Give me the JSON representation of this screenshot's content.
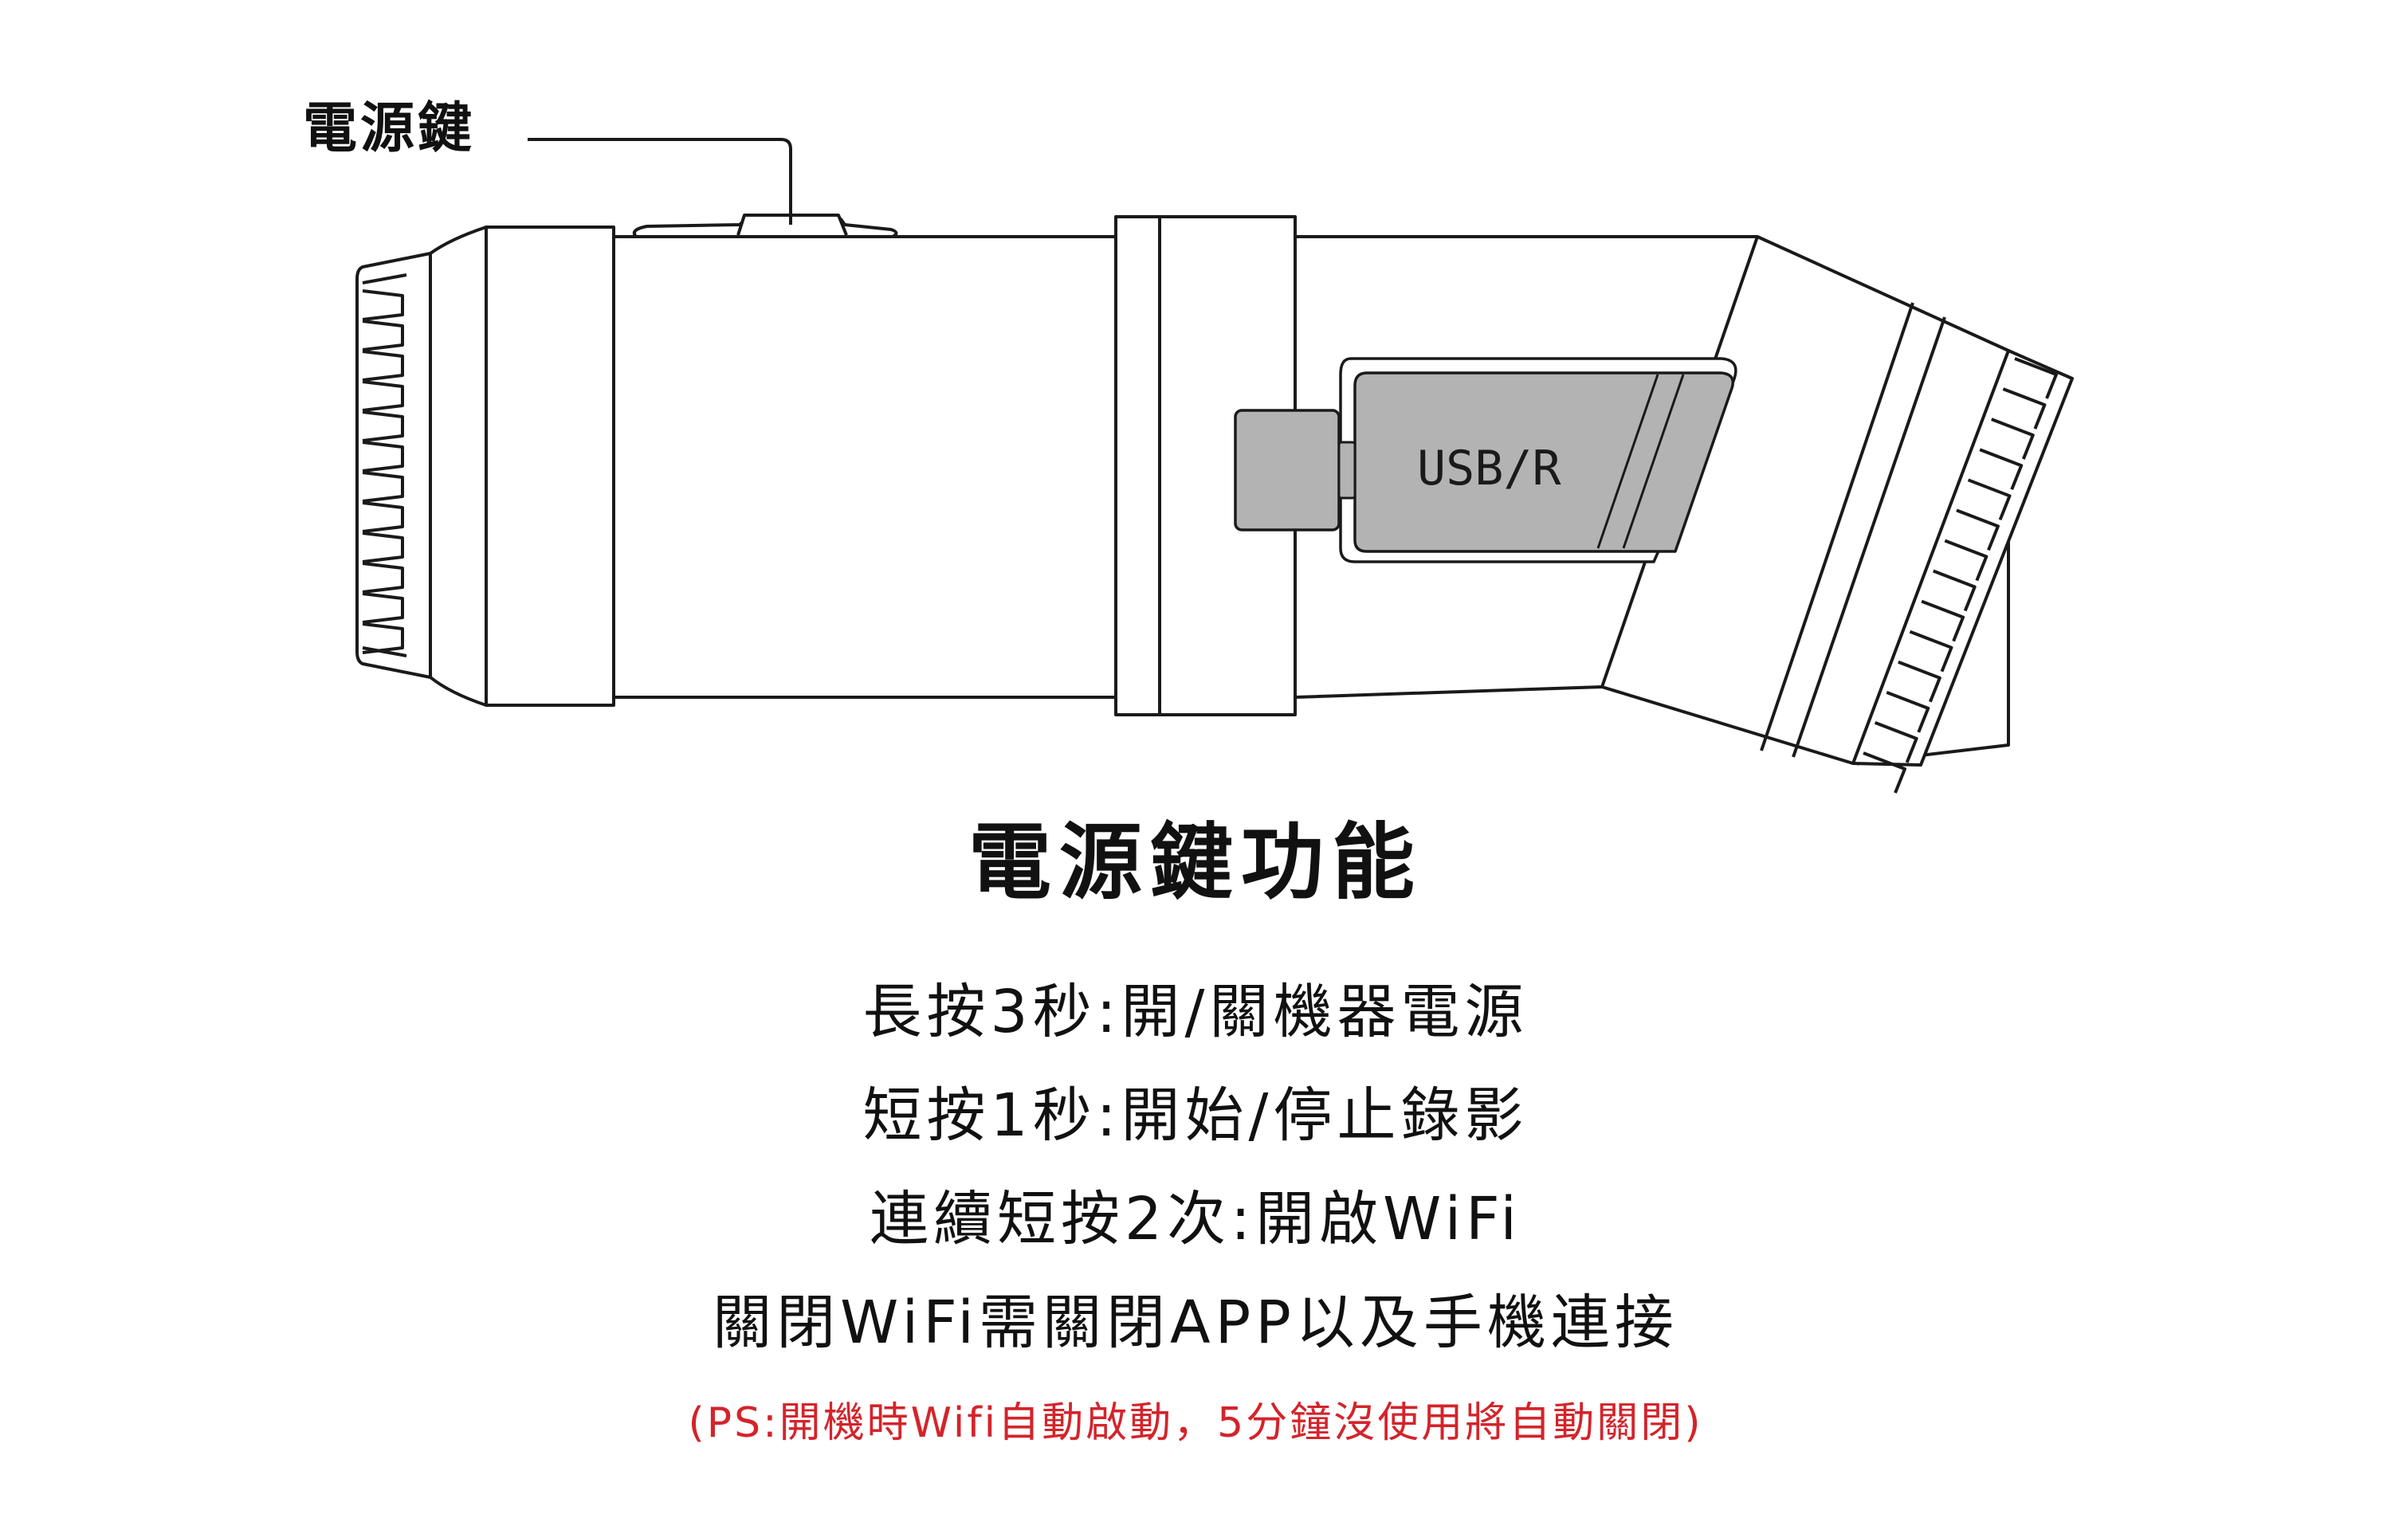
{
  "callout": {
    "label": "電源鍵"
  },
  "port": {
    "label": "USB/R"
  },
  "heading": "電源鍵功能",
  "instructions": [
    "長按3秒:開/關機器電源",
    "短按1秒:開始/停止錄影",
    "連續短按2次:開啟WiFi",
    "關閉WiFi需關閉APP以及手機連接"
  ],
  "note": "(PS:開機時Wifi自動啟動，5分鐘沒使用將自動關閉)",
  "colors": {
    "line": "#1a1a1a",
    "panel_fill": "#b3b3b3",
    "note_text": "#d3242b"
  }
}
